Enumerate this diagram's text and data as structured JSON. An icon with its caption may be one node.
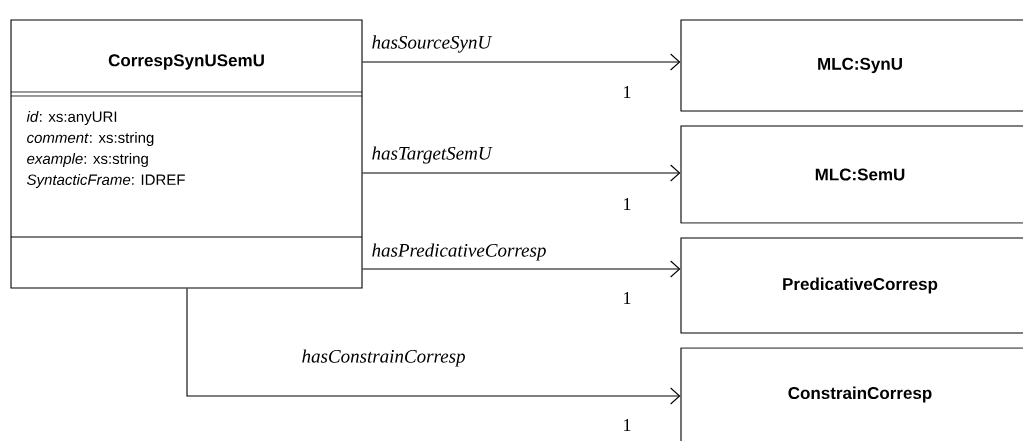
{
  "diagram": {
    "nodes": [
      {
        "text": [
          "CorrespSynUSemU",
          "*id*: xs:anyURI",
          "*comment*: xs:string",
          "*example*: xs:string",
          "*SyntacticFrame*: IDREF"
        ]
      },
      {
        "text": [
          "MLC:SynU"
        ]
      },
      {
        "text": [
          "MLC:SemU"
        ]
      },
      {
        "text": [
          "PredicativeCorresp"
        ]
      },
      {
        "text": [
          "ConstrainCorresp"
        ]
      }
    ],
    "edges": [
      {
        "from": 0,
        "to": 1,
        "arrow": "to",
        "label": "hasSourceSynU"
      },
      {
        "from": 0,
        "to": 2,
        "arrow": "to",
        "label": "hasTargetSemU"
      },
      {
        "from": 0,
        "to": 3,
        "arrow": "to",
        "label": "hasPredicativeCorresp"
      },
      {
        "from": 0,
        "to": 4,
        "arrow": "to",
        "label": "hasConstrainCorresp"
      }
    ],
    "labels": [
      "1",
      "1",
      "1",
      "1"
    ]
  }
}
